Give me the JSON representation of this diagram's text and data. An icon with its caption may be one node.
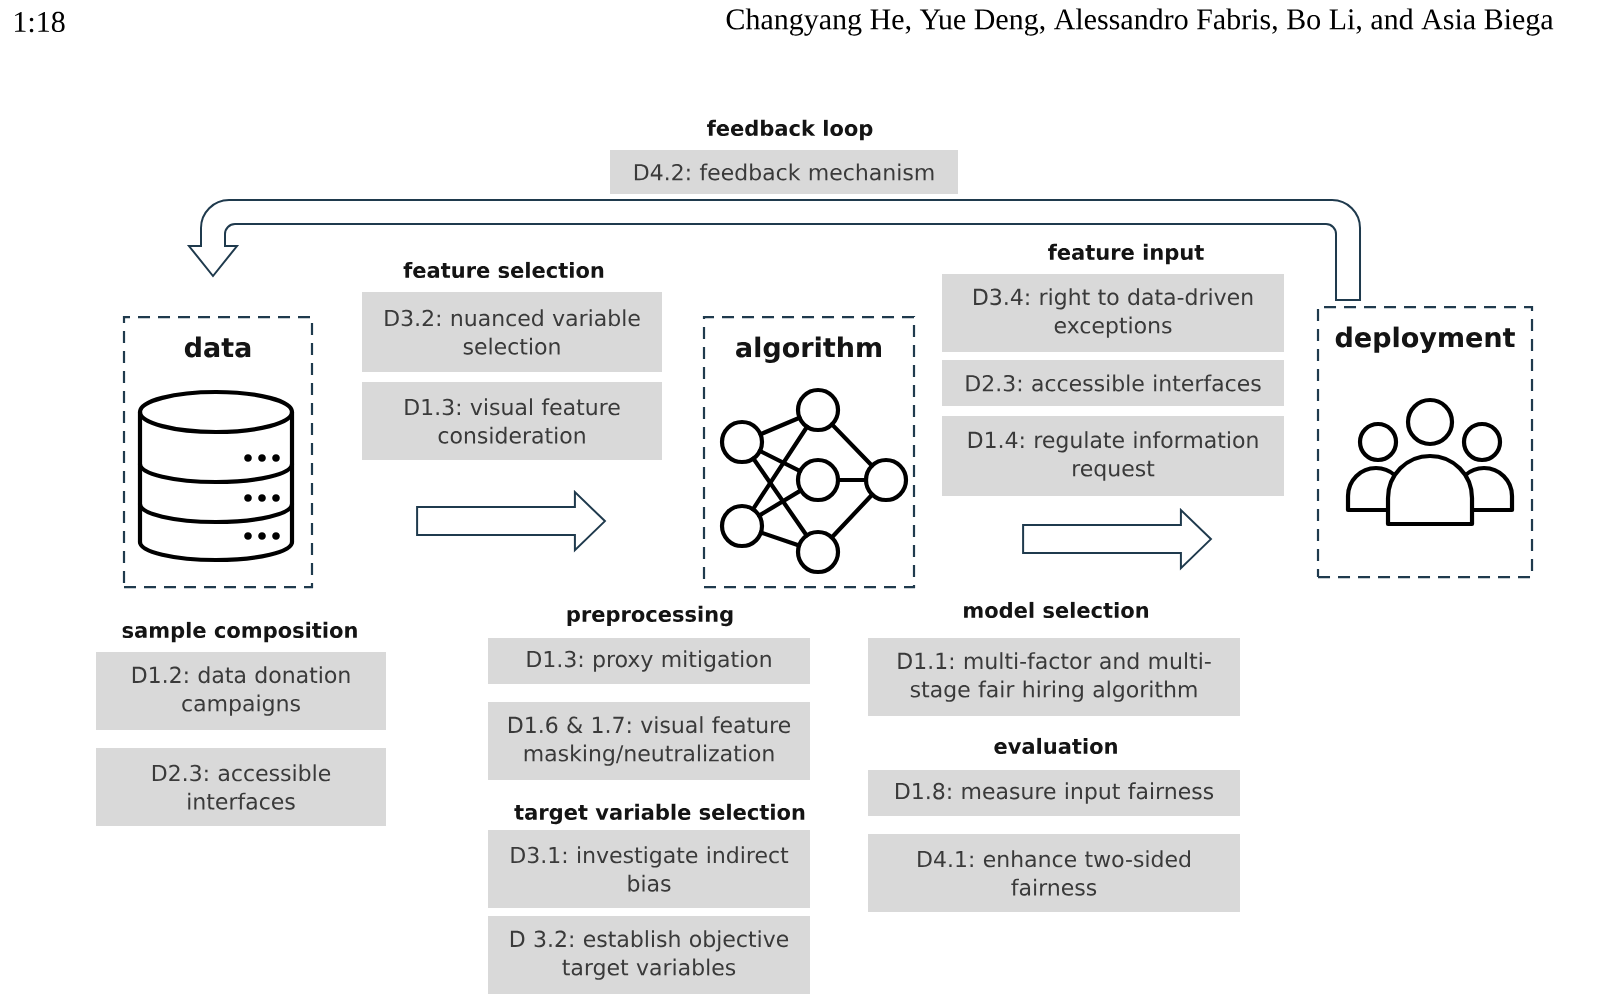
{
  "diagram": {
    "nodes": [
      {
        "text": [
          "D4.2: feedback mechanism"
        ]
      },
      {
        "text": [
          "data"
        ]
      },
      {
        "text": [
          "D3.2: nuanced variable selection"
        ]
      },
      {
        "text": [
          "D1.3: visual feature consideration"
        ]
      },
      {
        "text": [
          "algorithm"
        ]
      },
      {
        "text": [
          "D3.4: right to data-driven exceptions"
        ]
      },
      {
        "text": [
          "D2.3: accessible interfaces"
        ]
      },
      {
        "text": [
          "D1.4: regulate information request"
        ]
      },
      {
        "text": [
          "deployment"
        ]
      },
      {
        "text": [
          "D1.2: data donation campaigns"
        ]
      },
      {
        "text": [
          "D2.3: accessible interfaces"
        ]
      },
      {
        "text": [
          "D1.3: proxy mitigation"
        ]
      },
      {
        "text": [
          "D1.6 & 1.7: visual feature masking/neutralization"
        ]
      },
      {
        "text": [
          "D3.1: investigate indirect bias"
        ]
      },
      {
        "text": [
          "D 3.2: establish objective target variables"
        ]
      },
      {
        "text": [
          "D1.1: multi-factor and multi-stage fair hiring algorithm"
        ]
      },
      {
        "text": [
          "D1.8: measure input fairness"
        ]
      },
      {
        "text": [
          "D4.1: enhance two-sided fairness"
        ]
      }
    ],
    "edges": [
      {
        "from": 1,
        "to": 4,
        "arrow": "to"
      },
      {
        "from": 4,
        "to": 8,
        "arrow": "to"
      },
      {
        "from": 8,
        "to": 1,
        "arrow": "to"
      }
    ],
    "labels": [
      "1:18",
      "Changyang He, Yue Deng, Alessandro Fabris, Bo Li, and Asia Biega",
      "feedback loop",
      "feature selection",
      "feature input",
      "sample composition",
      "preprocessing",
      "target variable selection",
      "model selection",
      "evaluation"
    ]
  }
}
